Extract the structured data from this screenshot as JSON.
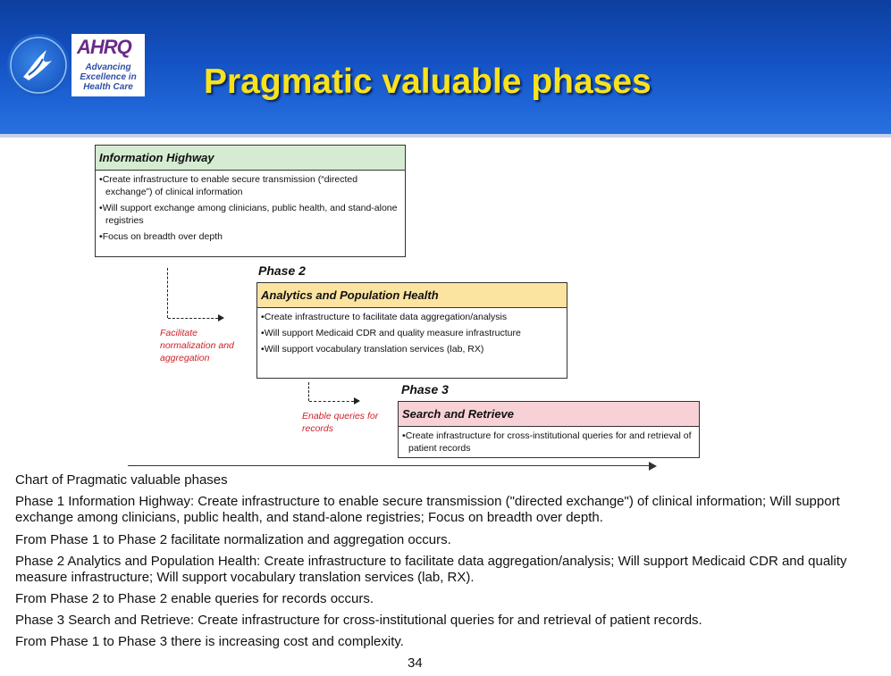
{
  "slide": {
    "title": "Pragmatic valuable phases",
    "logo": {
      "ahrq_word": "AHRQ",
      "ahrq_tagline": "Advancing\nExcellence in\nHealth Care"
    }
  },
  "diagram": {
    "phase1": {
      "heading": "Information Highway",
      "header_color": "#d6ecd2",
      "bullets": [
        "Create infrastructure to enable secure transmission (“directed exchange”) of clinical information",
        "Will support exchange among clinicians, public health, and stand-alone registries",
        "Focus on breadth over depth"
      ]
    },
    "phase2": {
      "label": "Phase 2",
      "heading": "Analytics and Population Health",
      "header_color": "#fbe3a0",
      "bullets": [
        "Create infrastructure to facilitate data aggregation/analysis",
        "Will support Medicaid CDR and quality measure infrastructure",
        "Will support vocabulary translation services (lab, RX)"
      ]
    },
    "phase3": {
      "label": "Phase 3",
      "heading": "Search and Retrieve",
      "header_color": "#f7d1d6",
      "bullets": [
        "Create infrastructure for cross-institutional queries for and retrieval of patient records"
      ]
    },
    "transition1": "Facilitate\nnormalization and\naggregation",
    "transition2": "Enable queries for\nrecords"
  },
  "description": [
    "Chart of Pragmatic valuable phases",
    "Phase 1 Information Highway: Create infrastructure to enable secure transmission (\"directed exchange\") of clinical information; Will support exchange among clinicians, public health, and stand-alone registries; Focus on breadth over depth.",
    "From Phase 1 to Phase 2 facilitate normalization and aggregation occurs.",
    "Phase 2 Analytics and Population Health: Create infrastructure to facilitate data aggregation/analysis; Will support Medicaid CDR and quality measure infrastructure; Will support vocabulary translation services (lab, RX).",
    "From Phase 2 to Phase 2 enable queries for records occurs.",
    "Phase 3 Search and Retrieve: Create infrastructure for cross-institutional queries for and retrieval of patient records.",
    "From Phase 1 to Phase 3 there is increasing cost and complexity."
  ],
  "page_number": "34"
}
